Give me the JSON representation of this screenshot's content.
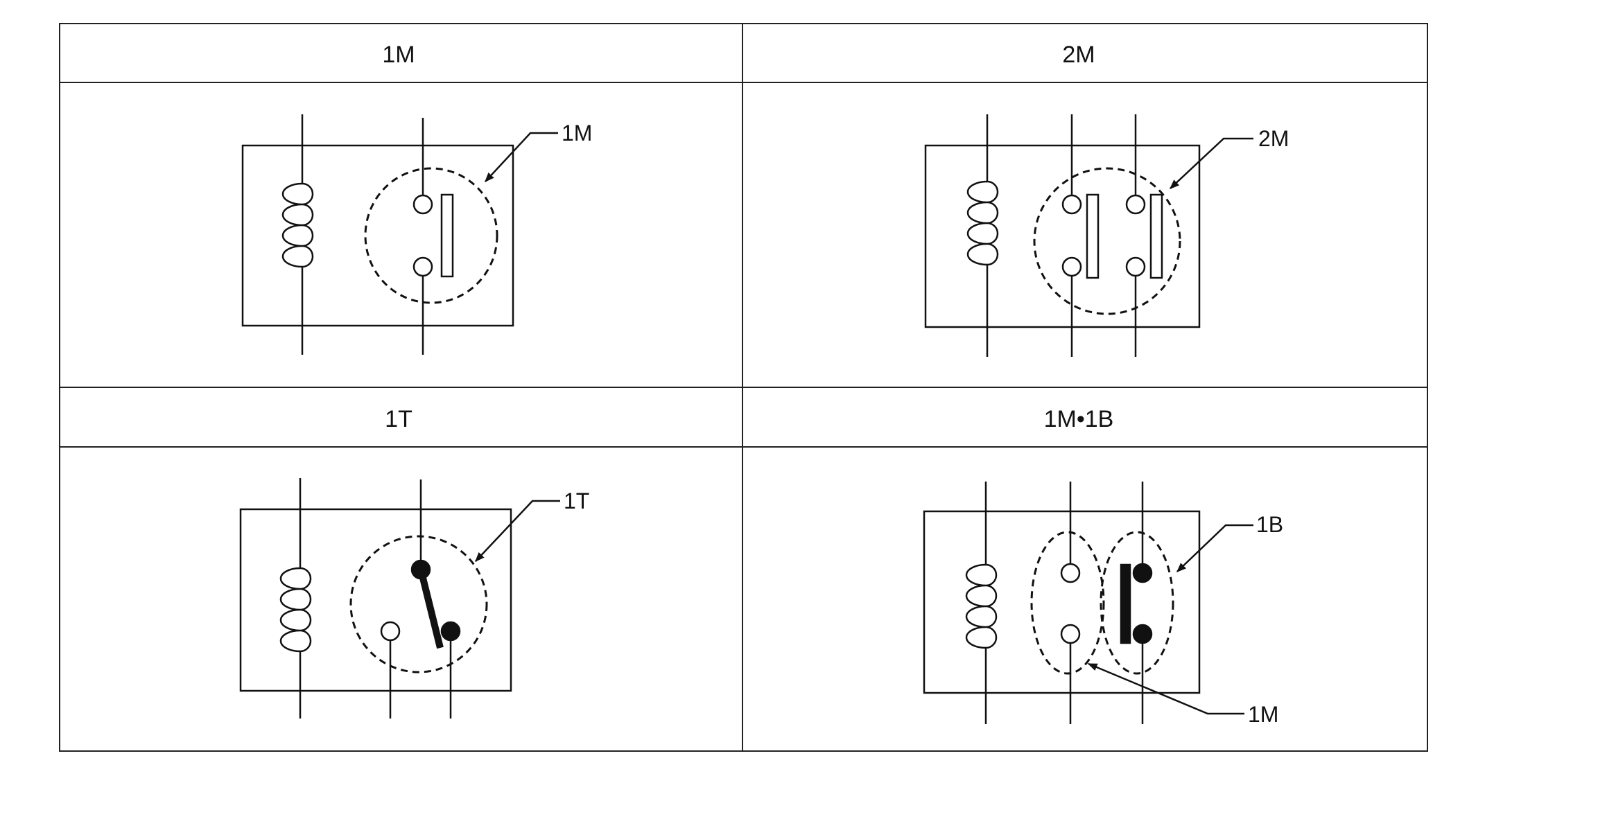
{
  "cells": [
    {
      "title": "1M",
      "callouts": [
        "1M"
      ]
    },
    {
      "title": "2M",
      "callouts": [
        "2M"
      ]
    },
    {
      "title": "1T",
      "callouts": [
        "1T"
      ]
    },
    {
      "title": "1M•1B",
      "callouts": [
        "1B",
        "1M"
      ]
    }
  ]
}
